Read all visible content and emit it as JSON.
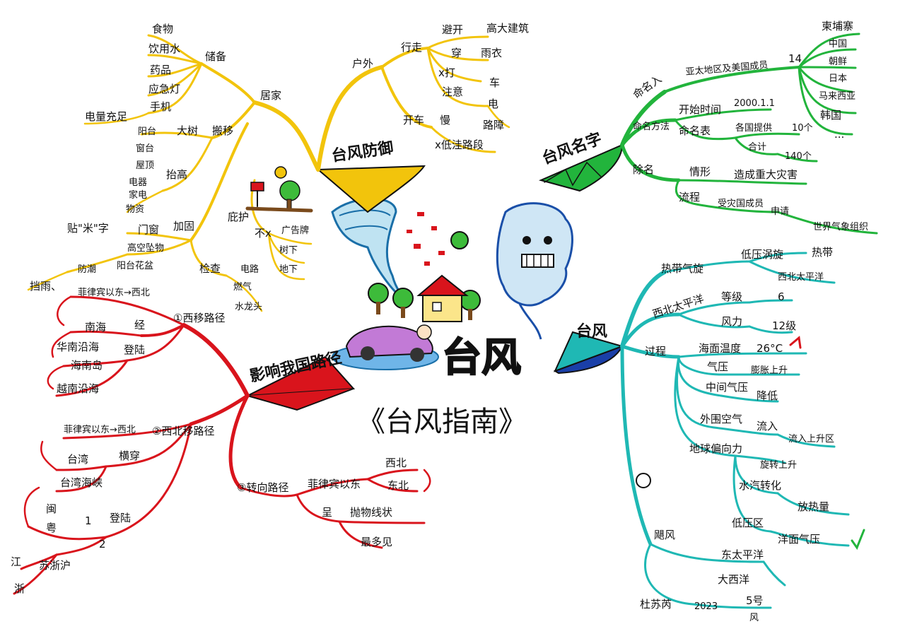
{
  "title": "《台风指南》",
  "center_logo": "台风",
  "colors": {
    "defense": "#f2c40c",
    "name": "#22b43c",
    "typhoon": "#1fb8b4",
    "impact": "#d9141c",
    "ink": "#111111"
  },
  "defense": {
    "title": "台风防御",
    "home": {
      "label": "居家",
      "prepare": {
        "label": "储备",
        "items": [
          "食物",
          "饮用水",
          "药品",
          "应急灯",
          "手机"
        ],
        "power": "电量充足"
      },
      "move": {
        "label": "搬移",
        "balcony": [
          "阳台",
          "窗台",
          "屋顶"
        ],
        "tree": "大树",
        "raise_label": "抬高",
        "raise_items": [
          "电器",
          "家电",
          "物资"
        ]
      },
      "reinforce": {
        "label": "加固",
        "door_window": "门窗",
        "tape": "贴\"米\"字",
        "high": "高空坠物",
        "yard": "阳台花盆",
        "rain": "挡雨、",
        "waterproof": "防潮",
        "check_label": "检查",
        "check_items": [
          "电路",
          "燃气",
          "水龙头"
        ]
      },
      "shelter": {
        "label": "庇护",
        "cross": "不x",
        "items": [
          "广告牌",
          "树下",
          "地下"
        ]
      }
    },
    "outdoor": {
      "label": "户外",
      "walk": {
        "label": "行走",
        "avoid": "避开",
        "building": "高大建筑",
        "wear": "穿",
        "raincoat": "雨衣",
        "no_umbrella": "x打",
        "notice": "注意",
        "vehicle": "车",
        "electric": "电",
        "road": "路障"
      },
      "drive": {
        "label": "开车",
        "slow": "慢",
        "road": "x低洼路段"
      }
    }
  },
  "name": {
    "title": "台风名字",
    "naming": {
      "label": "命名入",
      "region": "亚太地区及美国成员",
      "count": "14",
      "countries": [
        "柬埔寨",
        "中国",
        "朝鲜",
        "日本",
        "马来西亚",
        "韩国",
        "..."
      ]
    },
    "method": {
      "label": "命名方法",
      "start": "开始时间",
      "date": "2000.1.1",
      "table": "命名表",
      "each": "各国提供",
      "ten": "10个",
      "total": "合计",
      "sum": "140个"
    },
    "retire": {
      "label": "除名",
      "cond": "情形",
      "cond_v": "造成重大灾害",
      "proc": "流程",
      "proc_a": "受灾国成员",
      "proc_b": "申请",
      "proc_c": "世界气象组织"
    }
  },
  "typhoon": {
    "title": "台风",
    "def": {
      "label": "热带气旋",
      "low": "低压涡旋",
      "tropic": "热带",
      "pacific": "西北太平洋"
    },
    "nw": {
      "label": "西北太平洋",
      "grade": "等级",
      "six": "6",
      "wind": "风力",
      "twelve": "12级"
    },
    "process": {
      "label": "过程",
      "sea": "海面温度",
      "temp": "26°C",
      "pressure": "气压",
      "rise": "膨胀上升",
      "center": "中间气压",
      "fall": "降低",
      "outer": "外围空气",
      "inflow": "流入",
      "inflow2": "流入上升区",
      "earth": "地球偏向力",
      "rotate": "旋转上升",
      "vapor": "水汽转化",
      "cloud": "放热量",
      "low": "低压区",
      "sea_low": "洋面气压"
    },
    "names": {
      "hurricane": "飓风",
      "hur_sea": "东太平洋",
      "atlantic": "大西洋",
      "other": "杜苏芮",
      "year": "2023",
      "no": "5号",
      "cn": "风"
    }
  },
  "impact": {
    "title": "影响我国路径",
    "west": {
      "label": "①西移路径",
      "from": "菲律宾以东→西北",
      "sea": "南海",
      "pass": "经",
      "hainan": "华南沿海",
      "land": "登陆",
      "leizhou": "海南岛",
      "vietnam": "越南沿海"
    },
    "northwest": {
      "label": "②西北移路径",
      "from": "菲律宾以东→西北",
      "tw": "台湾",
      "cross": "横穿",
      "strait": "台湾海峡",
      "fujian": "闽",
      "guangdong": "粤",
      "one": "1",
      "two": "2",
      "landing": "登陆",
      "jiangsu": "江",
      "zhejiang": "浙",
      "east": "苏浙沪"
    },
    "turn": {
      "label": "③转向路径",
      "from": "菲律宾以东",
      "nw": "西北",
      "ne": "东北",
      "shape": "呈",
      "parabola": "抛物线状",
      "most": "最多见"
    }
  }
}
